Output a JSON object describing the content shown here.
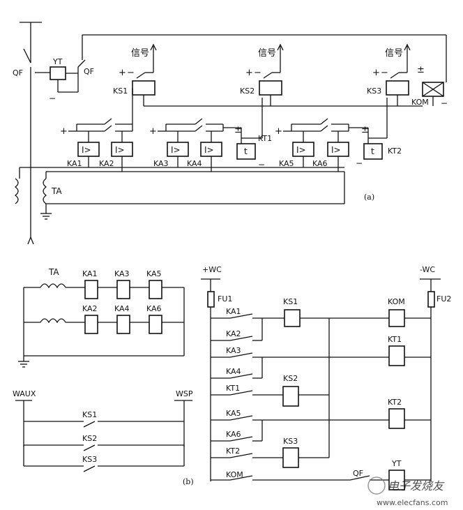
{
  "panel_a": {
    "caption": "(a)",
    "signal_labels": [
      "信号",
      "信号",
      "信号"
    ],
    "breaker_left": "QF",
    "breaker_right": "QF",
    "trip_coil": "YT",
    "trip_relay": "KOM",
    "ct": "TA",
    "signal_relays": [
      "KS1",
      "KS2",
      "KS3"
    ],
    "time_relays": [
      "KT1",
      "KT2"
    ],
    "time_relay_symbol": "t",
    "overcurrent_symbol": "I>",
    "current_relays": [
      "KA1",
      "KA2",
      "KA3",
      "KA4",
      "KA5",
      "KA6"
    ],
    "plus": "+",
    "minus": "−",
    "plus_minus": "±"
  },
  "panel_b": {
    "caption": "(b)",
    "ct": "TA",
    "ka_top": [
      "KA1",
      "KA3",
      "KA5"
    ],
    "ka_bottom": [
      "KA2",
      "KA4",
      "KA6"
    ],
    "bus_left": "WAUX",
    "bus_right": "WSP",
    "signal_contacts": [
      "KS1",
      "KS2",
      "KS3"
    ],
    "dc_plus": "+WC",
    "dc_minus": "-WC",
    "fuse_left": "FU1",
    "fuse_right": "FU2",
    "contacts": [
      "KA1",
      "KA2",
      "KA3",
      "KA4",
      "KT1",
      "KA5",
      "KA6",
      "KT2",
      "KOM"
    ],
    "coils_mid": [
      "KS1",
      "KS2",
      "KS3"
    ],
    "coils_right": [
      "KOM",
      "KT1",
      "KT2",
      "YT"
    ],
    "qf_contact": "QF"
  },
  "watermark": "电子发烧友",
  "watermark_url": "www.elecfans.com"
}
